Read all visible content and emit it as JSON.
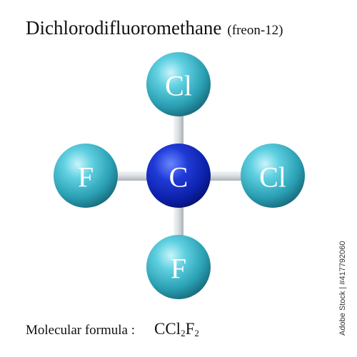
{
  "title": {
    "name": "Dichlorodifluoromethane",
    "common_name": "(freon-12)"
  },
  "molecule": {
    "atoms": [
      {
        "id": "center",
        "symbol": "C",
        "color": "#1f3ad6"
      },
      {
        "id": "top",
        "symbol": "Cl",
        "color": "#2fb6c8"
      },
      {
        "id": "right",
        "symbol": "Cl",
        "color": "#2fb6c8"
      },
      {
        "id": "left",
        "symbol": "F",
        "color": "#2fb6c8"
      },
      {
        "id": "bottom",
        "symbol": "F",
        "color": "#2fb6c8"
      }
    ],
    "bond_color": "#dde3e6"
  },
  "formula": {
    "label": "Molecular formula :",
    "parts": {
      "p1": "CCl",
      "s1": "2",
      "p2": "F",
      "s2": "2"
    }
  },
  "watermark": "Adobe Stock | #417792060"
}
